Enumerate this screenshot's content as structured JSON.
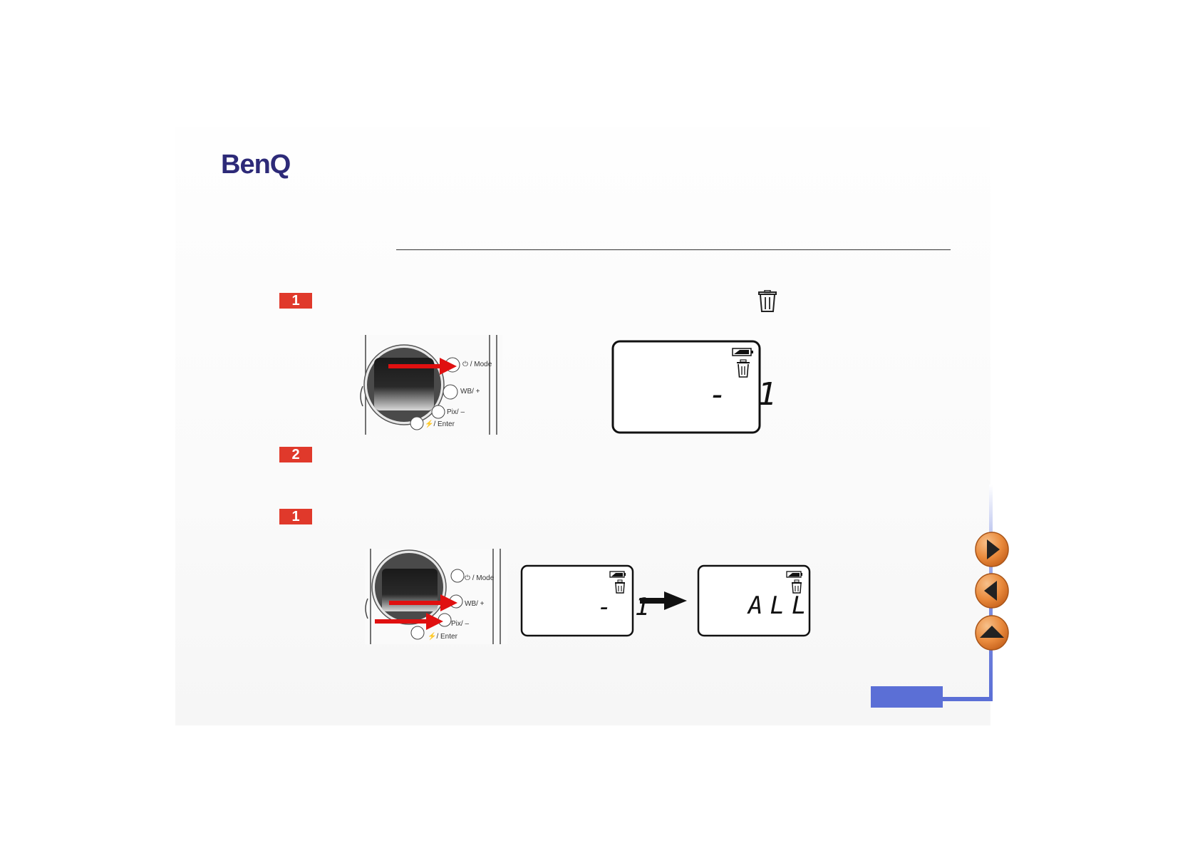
{
  "brand": {
    "logo_text": "BenQ"
  },
  "steps": [
    {
      "badge": "1"
    },
    {
      "badge": "2"
    },
    {
      "badge": "1"
    }
  ],
  "camera_labels": {
    "mode": "⏻ / Mode",
    "wb": "WB/ +",
    "pix": "Pix/ –",
    "enter": "⚡/ Enter"
  },
  "lcd": {
    "single_value": "- 1",
    "before_value": "- 1",
    "after_value": "ALL"
  },
  "icons": {
    "trash": "trash-icon",
    "battery": "battery-icon",
    "next": "next-page-icon",
    "previous": "previous-page-icon",
    "up": "up-page-icon"
  },
  "colors": {
    "brand": "#2d2a78",
    "badge": "#e0392b",
    "nav_orange": "#e98a3c",
    "nav_line": "#5b6fd6"
  }
}
